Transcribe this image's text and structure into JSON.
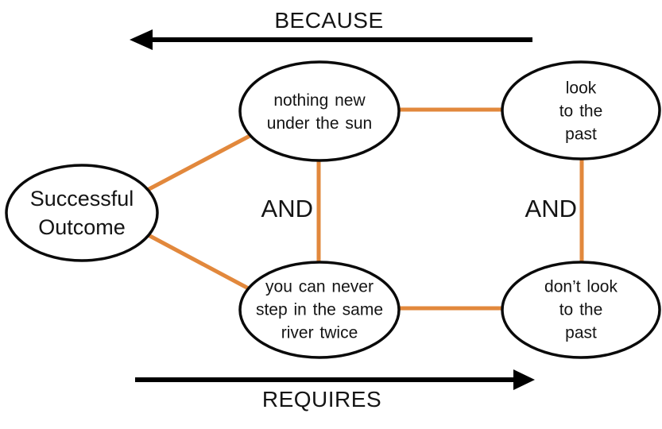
{
  "diagram": {
    "top_arrow": {
      "label": "BECAUSE",
      "direction": "left"
    },
    "bottom_arrow": {
      "label": "REQUIRES",
      "direction": "right"
    },
    "nodes": {
      "successful_outcome": {
        "label": "Successful\nOutcome"
      },
      "nothing_new": {
        "label": "nothing new\nunder the sun"
      },
      "look_to_past": {
        "label": "look\nto the past"
      },
      "never_step": {
        "label": "you can never\nstep in the same\nriver twice"
      },
      "dont_look": {
        "label": "don’t look\nto the past"
      }
    },
    "junctions": {
      "middle_and": "AND",
      "right_and": "AND"
    },
    "colors": {
      "connector": "#E2883C",
      "shape_stroke": "#0A0A0A",
      "arrow": "#000000",
      "background": "#FFFFFF"
    }
  }
}
